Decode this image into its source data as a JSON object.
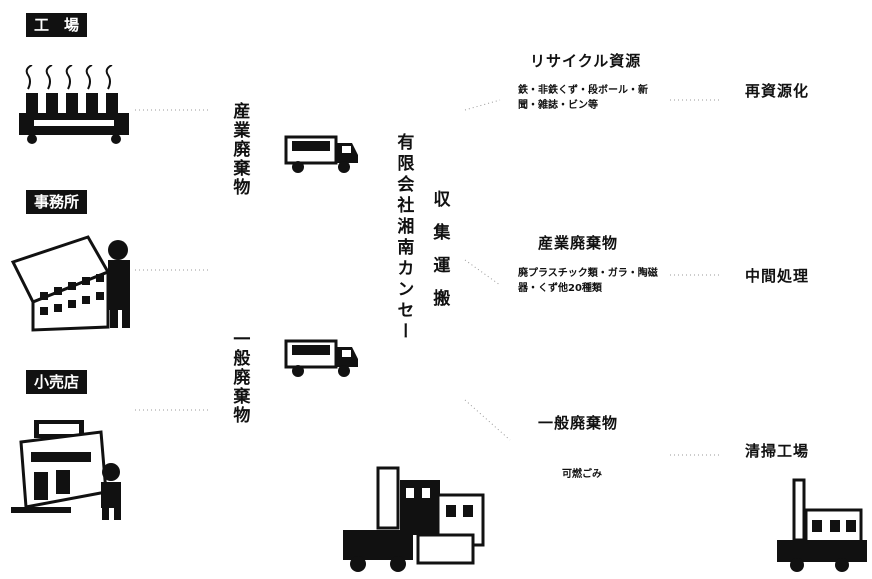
{
  "sources": {
    "factory": "工　場",
    "office": "事務所",
    "retail": "小売店"
  },
  "waste_types_vertical": {
    "industrial": "産業廃棄物",
    "general": "一般廃棄物"
  },
  "company": {
    "name": "有限会社湘南カンセー",
    "service": "収集運搬"
  },
  "destinations": [
    {
      "heading": "リサイクル資源",
      "items": "鉄・非鉄くず・段ボール・新聞・雑誌・ビン等",
      "result": "再資源化"
    },
    {
      "heading": "産業廃棄物",
      "items": "廃プラスチック類・ガラ・陶磁器・くず他20種類",
      "result": "中間処理"
    },
    {
      "heading": "一般廃棄物",
      "items": "可燃ごみ",
      "result": "清掃工場"
    }
  ],
  "icons": [
    "factory-icon",
    "office-building-icon",
    "retail-shop-icon",
    "truck-icon",
    "truck-icon",
    "company-facility-icon",
    "incineration-plant-icon"
  ]
}
